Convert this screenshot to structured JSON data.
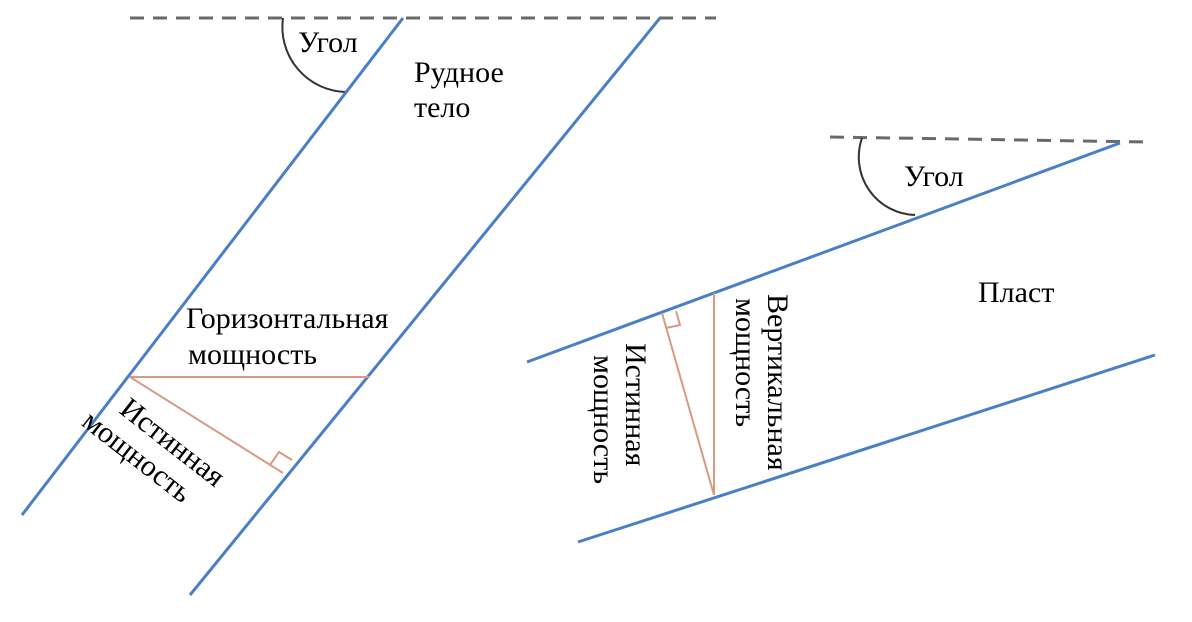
{
  "colors": {
    "boundary": "#4a7fc8",
    "thickness": "#d99a82",
    "reference": "#6a6a6a",
    "arc": "#333333",
    "text": "#000000"
  },
  "ore_body": {
    "angle_label": "Угол",
    "name": "Рудное тело",
    "name_line1": "Рудное",
    "name_line2": "тело",
    "horizontal_thickness": "Горизонтальная мощность",
    "horizontal_line1": "Горизонтальная",
    "horizontal_line2": "мощность",
    "true_thickness": "Истинная мощность",
    "true_line1": "Истинная",
    "true_line2": "мощность"
  },
  "seam": {
    "angle_label": "Угол",
    "name": "Пласт",
    "true_thickness": "Истинная мощность",
    "true_line1": "Истинная",
    "true_line2": "мощность",
    "vertical_thickness": "Вертикальная мощность",
    "vertical_line1": "Вертикальная",
    "vertical_line2": "мощность"
  }
}
